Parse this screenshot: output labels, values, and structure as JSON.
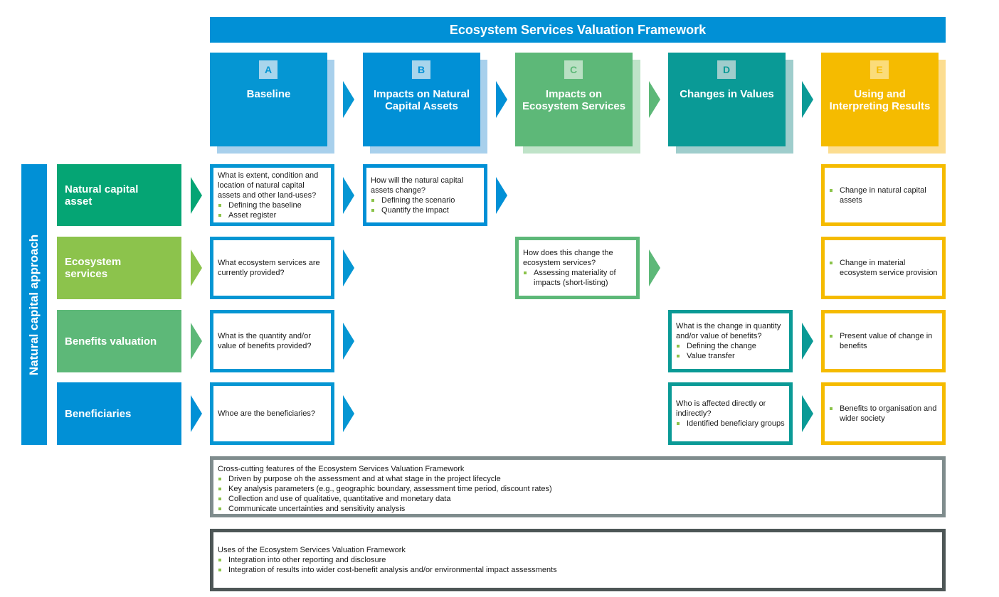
{
  "title": "Ecosystem Services Valuation Framework",
  "colors": {
    "blue": "#0190d6",
    "green_light": "#5db878",
    "teal": "#0a9a96",
    "yellow": "#f5bb00",
    "dark_green": "#05a574",
    "lime": "#8cc34c",
    "grey_border": "#7f8c8d",
    "dark_border": "#4d5656"
  },
  "stages": [
    {
      "letter": "A",
      "title": "Baseline"
    },
    {
      "letter": "B",
      "title": "Impacts on Natural Capital Assets"
    },
    {
      "letter": "C",
      "title": "Impacts on Ecosystem Services"
    },
    {
      "letter": "D",
      "title": "Changes in Values"
    },
    {
      "letter": "E",
      "title": "Using and Interpreting Results"
    }
  ],
  "side_label": "Natural capital approach",
  "rows": [
    {
      "label": "Natural capital asset"
    },
    {
      "label": "Ecosystem services"
    },
    {
      "label": "Benefits valuation"
    },
    {
      "label": "Beneficiaries"
    }
  ],
  "cells": {
    "r1a": {
      "question": "What is extent, condition and location of natural capital assets and other land-uses?",
      "bullets": [
        "Defining the baseline",
        "Asset register"
      ]
    },
    "r1b": {
      "question": "How will the natural capital assets change?",
      "bullets": [
        "Defining the scenario",
        "Quantify the impact"
      ]
    },
    "r1e": {
      "bullets": [
        "Change in natural capital assets"
      ]
    },
    "r2a": {
      "question": "What ecosystem services are currently provided?"
    },
    "r2c": {
      "question": "How does this change the ecosystem services?",
      "bullets": [
        "Assessing materiality of impacts (short-listing)"
      ]
    },
    "r2e": {
      "bullets": [
        "Change in material ecosystem service provision"
      ]
    },
    "r3a": {
      "question": "What is the quantity and/or value of benefits provided?"
    },
    "r3d": {
      "question": "What is the change in quantity and/or value of benefits?",
      "bullets": [
        "Defining the change",
        "Value transfer"
      ]
    },
    "r3e": {
      "bullets": [
        "Present value of change in benefits"
      ]
    },
    "r4a": {
      "question": "Whoe are the beneficiaries?"
    },
    "r4d": {
      "question": "Who is affected directly or indirectly?",
      "bullets": [
        "Identified beneficiary groups"
      ]
    },
    "r4e": {
      "bullets": [
        "Benefits to organisation and wider society"
      ]
    }
  },
  "cross_cutting": {
    "heading": "Cross-cutting features of the Ecosystem Services Valuation Framework",
    "bullets": [
      "Driven by purpose oh the assessment and at what stage in the project lifecycle",
      "Key analysis parameters (e.g., geographic boundary, assessment time period, discount rates)",
      "Collection and use of qualitative, quantitative and monetary data",
      "Communicate uncertainties and sensitivity analysis"
    ]
  },
  "uses": {
    "heading": "Uses of the Ecosystem Services Valuation Framework",
    "bullets": [
      "Integration into other reporting and disclosure",
      "Integration of results into wider cost-benefit analysis and/or environmental impact assessments"
    ]
  }
}
